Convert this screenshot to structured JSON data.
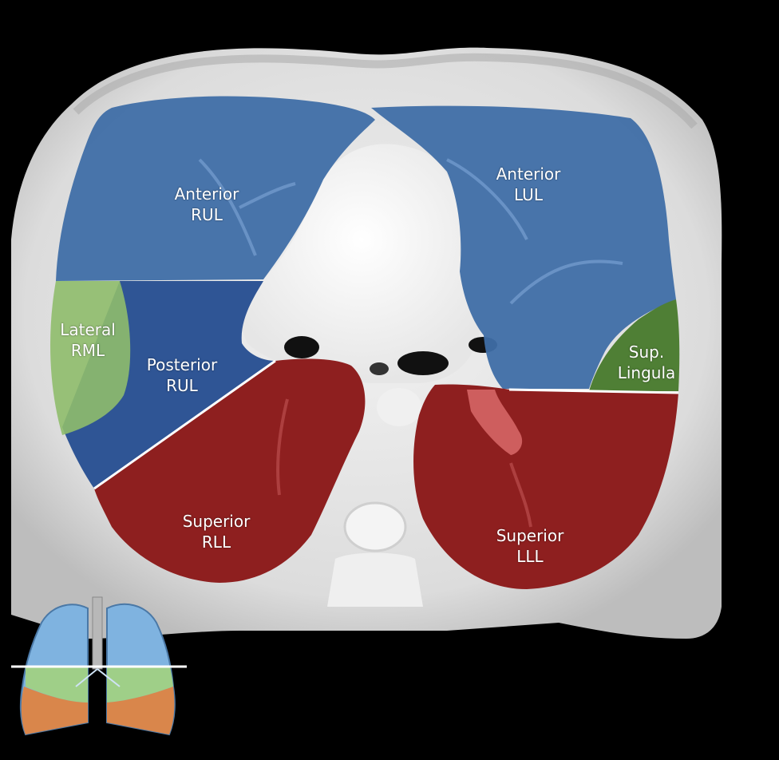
{
  "labels": {
    "anterior_rul": {
      "line1": "Anterior",
      "line2": "RUL"
    },
    "anterior_lul": {
      "line1": "Anterior",
      "line2": "LUL"
    },
    "lateral_rml": {
      "line1": "Lateral",
      "line2": "RML"
    },
    "posterior_rul": {
      "line1": "Posterior",
      "line2": "RUL"
    },
    "sup_lingula": {
      "line1": "Sup.",
      "line2": "Lingula"
    },
    "superior_rll": {
      "line1": "Superior",
      "line2": "RLL"
    },
    "superior_lll": {
      "line1": "Superior",
      "line2": "LLL"
    }
  },
  "colors": {
    "background": "#000000",
    "body_tissue": "#d9d9d9",
    "upper_lobe": "#3f6ea6",
    "posterior_upper_lobe": "#2f5595",
    "middle_lobe_lingula": "#6aa24e",
    "lower_lobe": "#8e1f1f",
    "label_text": "#ffffff"
  },
  "icons": [
    "lung-diagram-icon",
    "axial-slice-line-icon"
  ]
}
